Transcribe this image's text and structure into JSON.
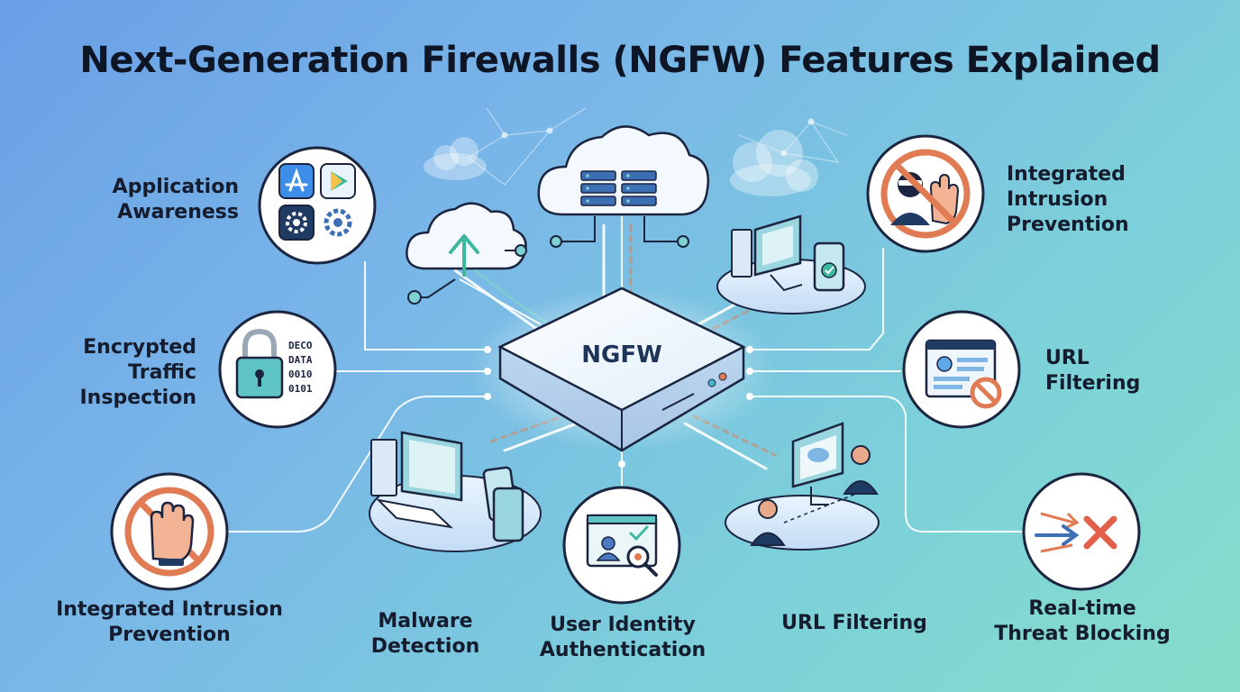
{
  "title": "Next-Generation Firewalls (NGFW) Features Explained",
  "hub": {
    "label": "NGFW"
  },
  "features": [
    {
      "id": "application-awareness",
      "label": "Application\nAwareness",
      "icon": "app-store-gear-icon"
    },
    {
      "id": "encrypted-traffic-inspection",
      "label": "Encrypted\nTraffic\nInspection",
      "icon": "padlock-data-icon"
    },
    {
      "id": "integrated-intrusion-prevention-left",
      "label": "Integrated Intrusion\nPrevention",
      "icon": "stop-hand-icon"
    },
    {
      "id": "malware-detection",
      "label": "Malware\nDetection",
      "icon": "desktop-devices-icon"
    },
    {
      "id": "user-identity-authentication",
      "label": "User Identity\nAuthentication",
      "icon": "identity-scan-icon"
    },
    {
      "id": "url-filtering-bottom",
      "label": "URL Filtering",
      "icon": "users-monitor-icon"
    },
    {
      "id": "real-time-threat-blocking",
      "label": "Real-time\nThreat Blocking",
      "icon": "arrows-blocked-icon"
    },
    {
      "id": "url-filtering-right",
      "label": "URL\nFiltering",
      "icon": "browser-blocked-icon"
    },
    {
      "id": "integrated-intrusion-prevention-right",
      "label": "Integrated\nIntrusion\nPrevention",
      "icon": "blocked-intruder-icon"
    }
  ],
  "encrypted_icon_text": [
    "DECO",
    "DATA",
    "0010",
    "0101"
  ],
  "colors": {
    "outline": "#1b2540",
    "accent_orange": "#e07b54",
    "accent_teal": "#7fd0d0",
    "accent_blue": "#3d6fb5",
    "connector": "#ffffff"
  }
}
